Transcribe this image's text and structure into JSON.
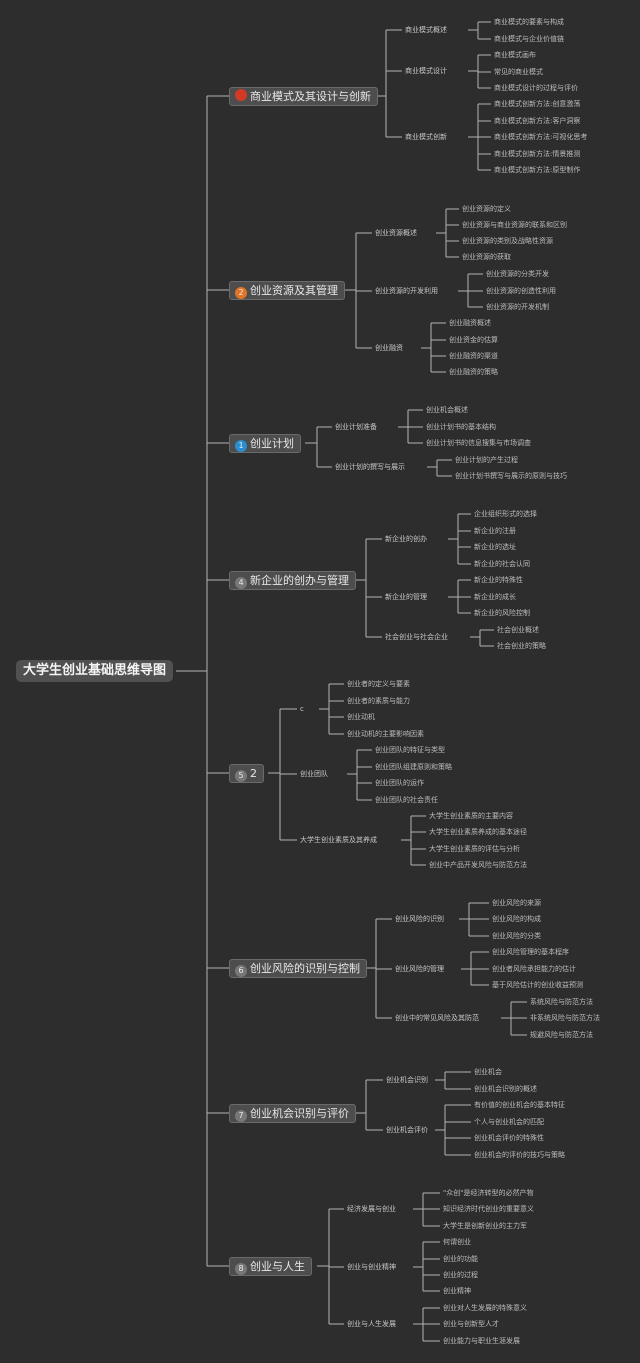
{
  "root": {
    "label": "大学生创业基础思维导图"
  },
  "colors": {
    "background": "#2d2d2d",
    "line": "#b4b4b4",
    "badge_red": "#d33a26",
    "badge_orange": "#e07427",
    "badge_blue": "#2b8ed0",
    "badge_gray": "#777777"
  },
  "chapters": [
    {
      "num": "",
      "badge": "red",
      "label": "商业模式及其设计与创新",
      "sections": [
        {
          "label": "商业模式概述",
          "items": [
            "商业模式的要素与构成",
            "商业模式与企业价值链"
          ]
        },
        {
          "label": "商业模式设计",
          "items": [
            "商业模式画布",
            "常见的商业模式",
            "商业模式设计的过程与评价"
          ]
        },
        {
          "label": "商业模式创新",
          "items": [
            "商业模式创新方法:创意激荡",
            "商业模式创新方法:客户洞察",
            "商业模式创新方法:可视化思考",
            "商业模式创新方法:情景推测",
            "商业模式创新方法:原型制作"
          ]
        }
      ]
    },
    {
      "num": "2",
      "badge": "orange",
      "label": "创业资源及其管理",
      "sections": [
        {
          "label": "创业资源概述",
          "items": [
            "创业资源的定义",
            "创业资源与商业资源的联系和区别",
            "创业资源的类别及战略性资源",
            "创业资源的获取"
          ]
        },
        {
          "label": "创业资源的开发利用",
          "items": [
            "创业资源的分类开发",
            "创业资源的创造性利用",
            "创业资源的开发机制"
          ]
        },
        {
          "label": "创业融资",
          "items": [
            "创业融资概述",
            "创业资金的估算",
            "创业融资的渠道",
            "创业融资的策略"
          ]
        }
      ]
    },
    {
      "num": "1",
      "badge": "blue",
      "label": "创业计划",
      "sections": [
        {
          "label": "创业计划准备",
          "items": [
            "创业机会概述",
            "创业计划书的基本结构",
            "创业计划书的信息搜集与市场调查"
          ]
        },
        {
          "label": "创业计划的撰写与展示",
          "items": [
            "创业计划的产生过程",
            "创业计划书撰写与展示的原则与技巧"
          ]
        }
      ]
    },
    {
      "num": "4",
      "badge": "gray",
      "label": "新企业的创办与管理",
      "sections": [
        {
          "label": "新企业的创办",
          "items": [
            "企业组织形式的选择",
            "新企业的注册",
            "新企业的选址",
            "新企业的社会认同"
          ]
        },
        {
          "label": "新企业的管理",
          "items": [
            "新企业的特殊性",
            "新企业的成长",
            "新企业的风险控制"
          ]
        },
        {
          "label": "社会创业与社会企业",
          "items": [
            "社会创业概述",
            "社会创业的策略"
          ]
        }
      ]
    },
    {
      "num": "5",
      "badge": "gray",
      "label": "2",
      "sections": [
        {
          "label": "c",
          "items": [
            "创业者的定义与要素",
            "创业者的素质与能力",
            "创业动机",
            "创业动机的主要影响因素"
          ]
        },
        {
          "label": "创业团队",
          "items": [
            "创业团队的特征与类型",
            "创业团队组建原则和策略",
            "创业团队的运作",
            "创业团队的社会责任"
          ]
        },
        {
          "label": "大学生创业素质及其养成",
          "items": [
            "大学生创业素质的主要内容",
            "大学生创业素质养成的基本途径",
            "大学生创业素质的评估与分析",
            "创业中产品开发风险与防范方法"
          ]
        }
      ]
    },
    {
      "num": "6",
      "badge": "gray",
      "label": "创业风险的识别与控制",
      "sections": [
        {
          "label": "创业风险的识别",
          "items": [
            "创业风险的来源",
            "创业风险的构成",
            "创业风险的分类"
          ]
        },
        {
          "label": "创业风险的管理",
          "items": [
            "创业风险管理的基本程序",
            "创业者风险承担能力的估计",
            "基于风险估计的创业收益预测"
          ]
        },
        {
          "label": "创业中的常见风险及其防范",
          "items": [
            "系统风险与防范方法",
            "非系统风险与防范方法",
            "规避风险与防范方法"
          ]
        }
      ]
    },
    {
      "num": "7",
      "badge": "gray",
      "label": "创业机会识别与评价",
      "sections": [
        {
          "label": "创业机会识别",
          "items": [
            "创业机会",
            "创业机会识别的概述"
          ]
        },
        {
          "label": "创业机会评价",
          "items": [
            "有价值的创业机会的基本特征",
            "个人与创业机会的匹配",
            "创业机会评价的特殊性",
            "创业机会的评价的技巧与策略"
          ]
        }
      ]
    },
    {
      "num": "8",
      "badge": "gray",
      "label": "创业与人生",
      "sections": [
        {
          "label": "经济发展与创业",
          "items": [
            "\"众创\"是经济转型的必然产物",
            "知识经济时代创业的重要意义",
            "大学生是创新创业的主力军"
          ]
        },
        {
          "label": "创业与创业精神",
          "items": [
            "何谓创业",
            "创业的功能",
            "创业的过程",
            "创业精神"
          ]
        },
        {
          "label": "创业与人生发展",
          "items": [
            "创业对人生发展的特殊意义",
            "创业与创新型人才",
            "创业能力与职业生涯发展"
          ]
        }
      ]
    }
  ]
}
